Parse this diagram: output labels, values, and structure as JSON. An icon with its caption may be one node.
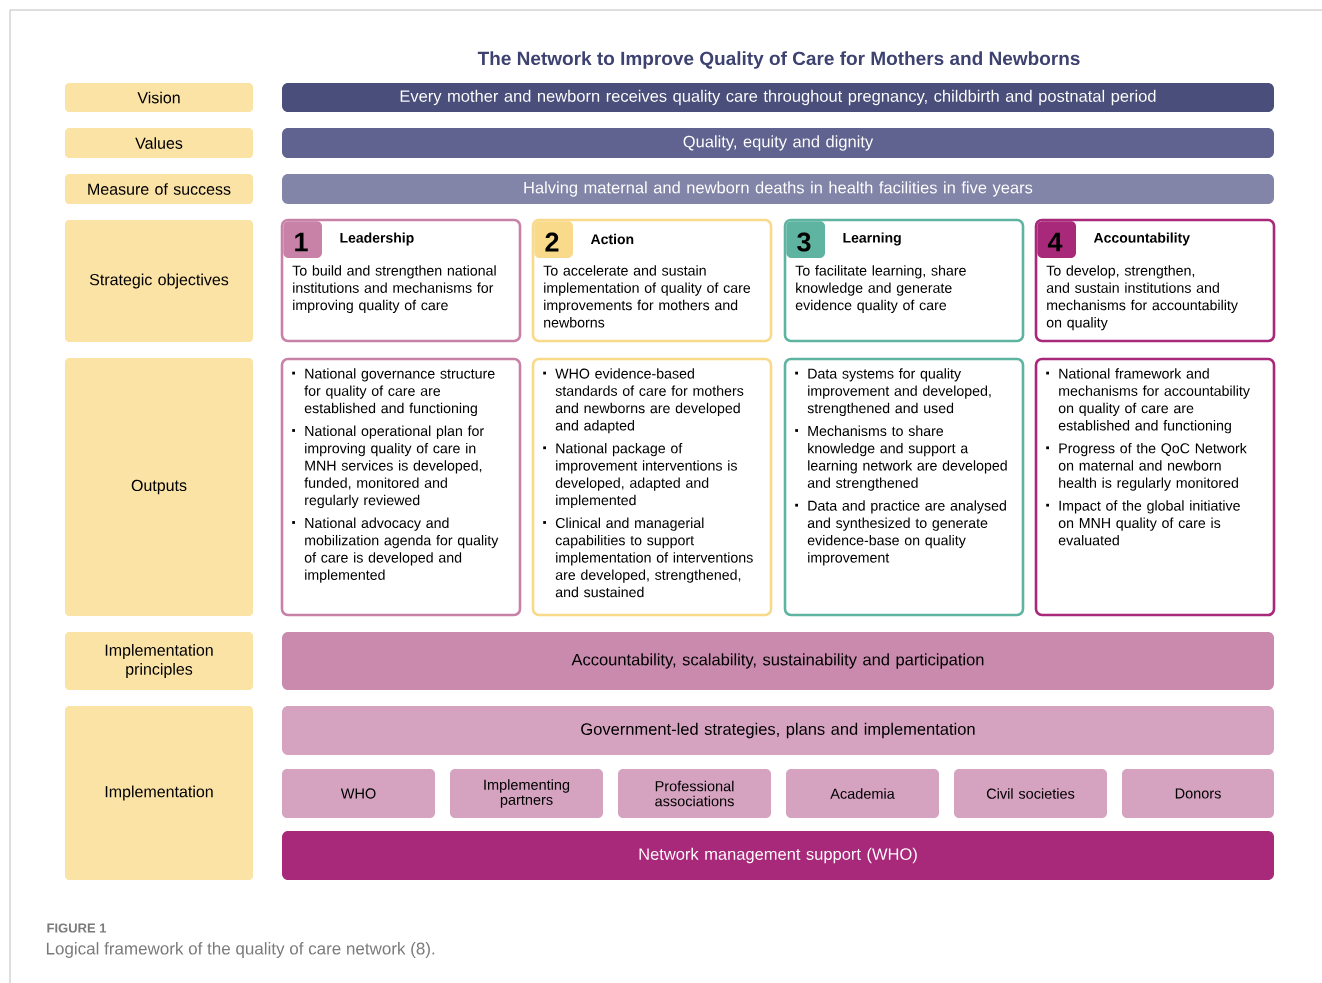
{
  "diagram": {
    "title": "The Network to Improve Quality of Care for Mothers and Newborns",
    "caption": "Logical framework of the quality of care network (8).",
    "nodes": [
      {
        "text": [
          "Vision"
        ]
      },
      {
        "text": [
          "Every mother and newborn receives quality care throughout pregnancy, childbirth and postnatal period"
        ]
      },
      {
        "text": [
          "Values"
        ]
      },
      {
        "text": [
          "Quality, equity and dignity"
        ]
      },
      {
        "text": [
          "Measure of success"
        ]
      },
      {
        "text": [
          "Halving maternal and newborn deaths in health facilities in five years"
        ]
      },
      {
        "text": [
          "Strategic objectives"
        ]
      },
      {
        "text": [
          "1",
          "Leadership",
          "To build and strengthen national institutions and mechanisms for improving quality of care"
        ]
      },
      {
        "text": [
          "2",
          "Action",
          "To accelerate and sustain implementation of quality of care improvements for mothers and newborns"
        ]
      },
      {
        "text": [
          "3",
          "Learning",
          "To facilitate learning, share knowledge and generate evidence quality of care"
        ]
      },
      {
        "text": [
          "4",
          "Accountability",
          "To develop, strengthen, and sustain institutions and mechanisms for accountability on quality"
        ]
      },
      {
        "text": [
          "Outputs"
        ]
      },
      {
        "text": [
          "National governance structure for quality of care are established and functioning",
          "National operational plan for improving quality of care in MNH services is developed, funded, monitored and regularly reviewed",
          "National advocacy and mobilization agenda for quality of care is developed and implemented"
        ]
      },
      {
        "text": [
          "WHO evidence-based standards of care for mothers and newborns are developed and adapted",
          "National package of improvement interventions is developed, adapted and implemented",
          "Clinical and managerial capabilities to support implementation of interventions are developed, strengthened, and sustained"
        ]
      },
      {
        "text": [
          "Data systems for quality improvement and developed, strengthened and used",
          "Mechanisms to share knowledge and support a learning network are developed and strengthened",
          "Data and practice are analysed and synthesized to generate evidence-base on quality improvement"
        ]
      },
      {
        "text": [
          "National framework and mechanisms for accountability on quality of care are established and functioning",
          "Progress of the QoC Network on maternal and newborn health is regularly monitored",
          "Impact of the global initiative on MNH quality of care is evaluated"
        ]
      },
      {
        "text": [
          "Implementation principles"
        ]
      },
      {
        "text": [
          "Accountability, scalability, sustainability and participation"
        ]
      },
      {
        "text": [
          "Implementation"
        ]
      },
      {
        "text": [
          "Government-led strategies, plans and implementation"
        ]
      },
      {
        "text": [
          "WHO"
        ]
      },
      {
        "text": [
          "Implementing partners"
        ]
      },
      {
        "text": [
          "Professional associations"
        ]
      },
      {
        "text": [
          "Academia"
        ]
      },
      {
        "text": [
          "Civil societies"
        ]
      },
      {
        "text": [
          "Donors"
        ]
      },
      {
        "text": [
          "Network management support (WHO)"
        ]
      }
    ],
    "labels": [
      "FIGURE 1"
    ]
  }
}
